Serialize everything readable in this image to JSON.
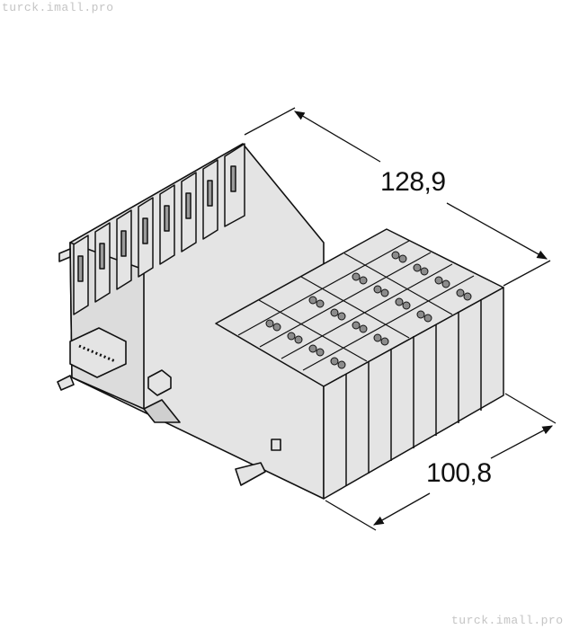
{
  "watermarks": {
    "top_left": "turck.imall.pro",
    "bottom_right": "turck.imall.pro"
  },
  "drawing": {
    "subject": "modular I/O station with base rail, module slots and terminal blocks (isometric)",
    "module_count": 8,
    "terminal_rows_per_module": 4,
    "colors": {
      "body_fill": "#e4e4e4",
      "outline": "#111111",
      "terminal_fill": "#8c8c8c",
      "background": "#ffffff"
    }
  },
  "dimensions": {
    "depth": {
      "label": "128,9"
    },
    "width": {
      "label": "100,8"
    }
  }
}
